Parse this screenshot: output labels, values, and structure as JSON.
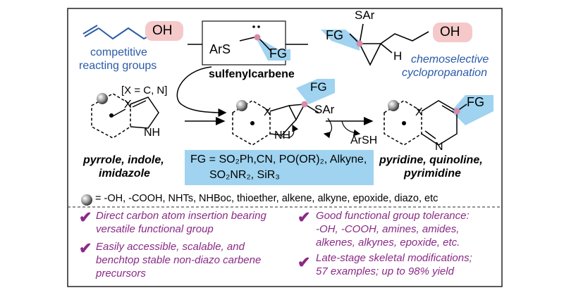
{
  "colors": {
    "highlight_blue": "#9fd3f0",
    "highlight_pink": "#f5c9c9",
    "text_blue": "#2a5aa8",
    "purple": "#8a2a86",
    "dot_pink": "#d98aa8",
    "border": "#222222"
  },
  "top": {
    "oh_label": "OH",
    "competitive_line1": "competitive",
    "competitive_line2": "reacting groups",
    "carbene_ars": "ArS",
    "carbene_fg": "FG",
    "carbene_label": "sulfenylcarbene",
    "product_sar": "SAr",
    "product_fg": "FG",
    "product_h": "H",
    "product_oh": "OH",
    "chemo_line1": "chemoselective",
    "chemo_line2": "cyclopropanation"
  },
  "middle": {
    "x_note": "[X = C, N]",
    "x_atom": "X",
    "nh_label": "NH",
    "inter_x": "X",
    "inter_nh": "NH",
    "inter_fg": "FG",
    "inter_sar": "SAr",
    "arsh": "ArSH",
    "prod_x": "X",
    "prod_n": "N",
    "prod_fg": "FG",
    "substrates_line1": "pyrrole, indole,",
    "substrates_line2": "imidazole",
    "products_line1": "pyridine, quinoline,",
    "products_line2": "pyrimidine",
    "fg_def_line1": "FG = SO₂Ph,CN, PO(OR)₂, Alkyne,",
    "fg_def_line2": "SO₂NR₂, SiR₃",
    "ball_legend": "= -OH, -COOH, NHTs, NHBoc, thioether, alkene, alkyne, epoxide, diazo, etc"
  },
  "bottom": {
    "items": [
      {
        "line1": "Direct carbon atom insertion bearing",
        "line2": "versatile functional group",
        "line3": ""
      },
      {
        "line1": "Good functional group tolerance:",
        "line2": "-OH, -COOH, amines, amides,",
        "line3": "alkenes, alkynes, epoxide, etc."
      },
      {
        "line1": "Easily accessible, scalable, and",
        "line2": "benchtop stable non-diazo carbene",
        "line3": "precursors"
      },
      {
        "line1": "Late-stage skeletal modifications;",
        "line2": "57 examples; up to 98% yield",
        "line3": ""
      }
    ],
    "check_glyph": "✔"
  }
}
